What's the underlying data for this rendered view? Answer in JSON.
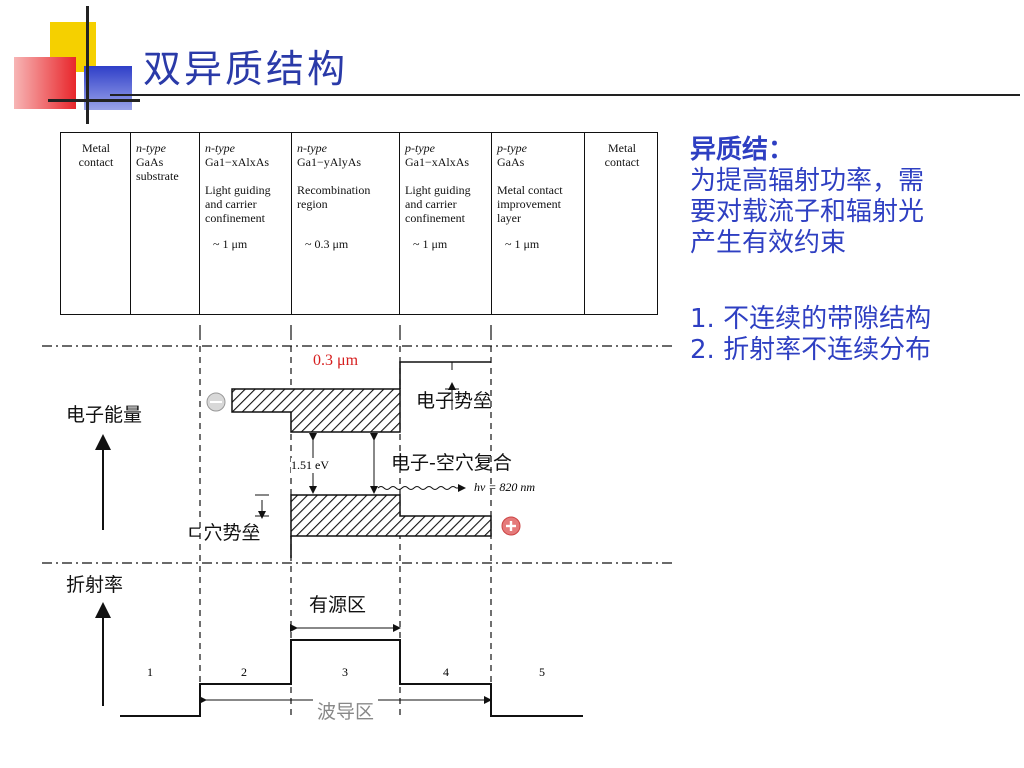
{
  "slide": {
    "title": "双异质结构"
  },
  "table": {
    "columns": [
      {
        "l1": "Metal",
        "l2": "contact",
        "l3": "",
        "desc": [
          "",
          "",
          ""
        ],
        "size": ""
      },
      {
        "l1": "n-type",
        "l2": "GaAs",
        "l3": "substrate",
        "desc": [
          "",
          "",
          ""
        ],
        "size": ""
      },
      {
        "l1": "n-type",
        "l2": "Ga1−xAlxAs",
        "l3": "",
        "desc": [
          "Light guiding",
          "and carrier",
          "confinement"
        ],
        "size": "~ 1 μm"
      },
      {
        "l1": "n-type",
        "l2": "Ga1−yAlyAs",
        "l3": "",
        "desc": [
          "Recombination",
          "region",
          ""
        ],
        "size": "~ 0.3 μm"
      },
      {
        "l1": "p-type",
        "l2": "Ga1−xAlxAs",
        "l3": "",
        "desc": [
          "Light guiding",
          "and carrier",
          "confinement"
        ],
        "size": "~ 1 μm"
      },
      {
        "l1": "p-type",
        "l2": "GaAs",
        "l3": "",
        "desc": [
          "Metal contact",
          "improvement",
          "layer"
        ],
        "size": "~ 1 μm"
      },
      {
        "l1": "Metal",
        "l2": "contact",
        "l3": "",
        "desc": [
          "",
          "",
          ""
        ],
        "size": ""
      }
    ]
  },
  "band": {
    "thickness_label": "0.3 μm",
    "electron_energy": "电子能量",
    "electron_barrier": "电子势垒",
    "recombination": "电子-空穴复合",
    "gap": "1.51 eV",
    "photon": "hν = 820 nm",
    "hole_barrier": "ㄷ穴势垒",
    "electron_symbol": "⊖",
    "hole_symbol": "✚"
  },
  "index": {
    "label": "折射率",
    "active_region": "有源区",
    "waveguide": "波导区",
    "regions": [
      "1",
      "2",
      "3",
      "4",
      "5"
    ]
  },
  "right": {
    "heading": "异质结：",
    "lines": [
      "为提高辐射功率，需",
      "要对载流子和辐射光",
      "产生有效约束"
    ],
    "points": [
      "1. 不连续的带隙结构",
      "2. 折射率不连续分布"
    ]
  }
}
